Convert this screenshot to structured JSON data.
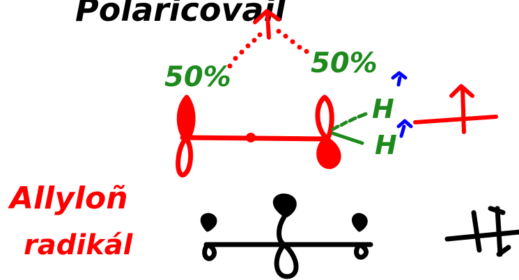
{
  "texts": {
    "title": "Polaricovail",
    "left_percent": "50%",
    "right_percent": "50%",
    "h_top": "H",
    "h_bottom": "H",
    "allyl_line1": "Allyloñ",
    "allyl_line2": "radikál"
  },
  "colors": {
    "ink_black": "#000000",
    "ink_red": "#ff0000",
    "ink_green": "#1e8a1e",
    "ink_blue": "#0000ff",
    "background": "#ffffff"
  }
}
